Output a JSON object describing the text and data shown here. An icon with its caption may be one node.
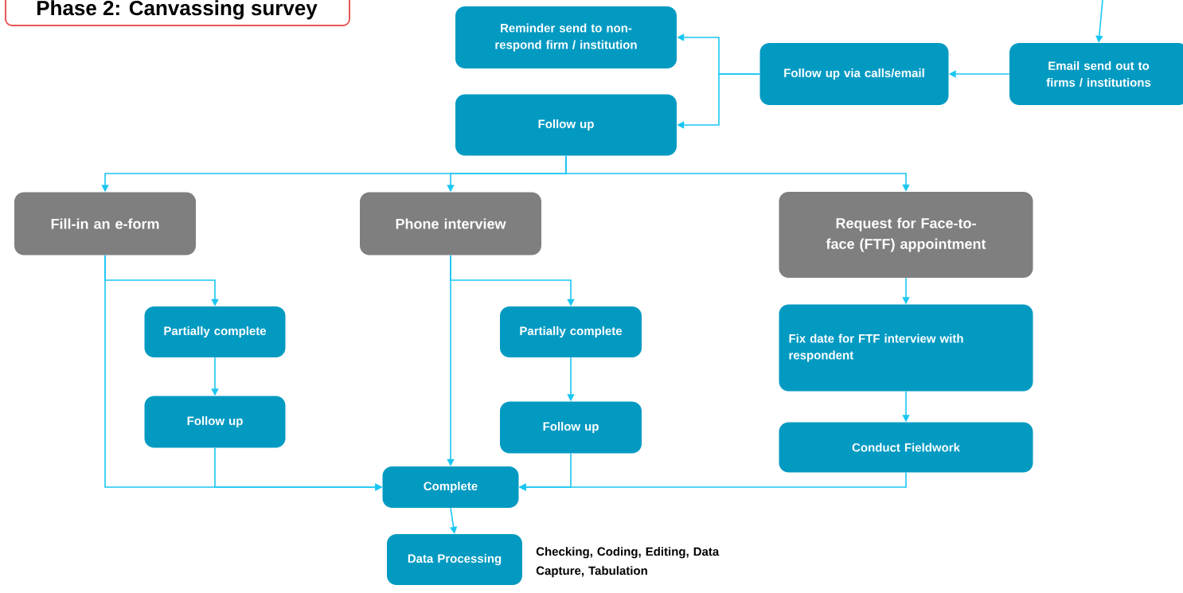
{
  "diagram": {
    "title": "Phase 2: Canvassing survey",
    "nodes": [
      {
        "text": [
          "Reminder send to non-respond firm / institution"
        ]
      },
      {
        "text": [
          "Follow up via calls/email"
        ]
      },
      {
        "text": [
          "Email send out to firms / institutions"
        ]
      },
      {
        "text": [
          "Follow up"
        ]
      },
      {
        "text": [
          "Fill-in an e-form"
        ]
      },
      {
        "text": [
          "Phone interview"
        ]
      },
      {
        "text": [
          "Request for Face-to-face (FTF) appointment"
        ]
      },
      {
        "text": [
          "Partially complete"
        ]
      },
      {
        "text": [
          "Follow up"
        ]
      },
      {
        "text": [
          "Partially complete"
        ]
      },
      {
        "text": [
          "Follow up"
        ]
      },
      {
        "text": [
          "Fix date for FTF interview with respondent"
        ]
      },
      {
        "text": [
          "Conduct Fieldwork"
        ]
      },
      {
        "text": [
          "Complete"
        ]
      },
      {
        "text": [
          "Data Processing"
        ],
        "beside": [
          "Checking, Coding, Editing, Data Capture, Tabulation"
        ]
      }
    ],
    "edges": [
      {
        "from": null,
        "to": 2,
        "arrow": "to"
      },
      {
        "from": 2,
        "to": 1,
        "arrow": "to"
      },
      {
        "from": 1,
        "to": 0,
        "arrow": "to"
      },
      {
        "from": 1,
        "to": 3,
        "arrow": "to"
      },
      {
        "from": 3,
        "to": 4,
        "arrow": "to"
      },
      {
        "from": 3,
        "to": 5,
        "arrow": "to"
      },
      {
        "from": 3,
        "to": 6,
        "arrow": "to"
      },
      {
        "from": 4,
        "to": 7,
        "arrow": "to"
      },
      {
        "from": 4,
        "to": 13,
        "arrow": "to"
      },
      {
        "from": 7,
        "to": 8,
        "arrow": "to"
      },
      {
        "from": 8,
        "to": 13,
        "arrow": "to"
      },
      {
        "from": 5,
        "to": 9,
        "arrow": "to"
      },
      {
        "from": 5,
        "to": 13,
        "arrow": "to"
      },
      {
        "from": 9,
        "to": 10,
        "arrow": "to"
      },
      {
        "from": 10,
        "to": 13,
        "arrow": "to"
      },
      {
        "from": 6,
        "to": 11,
        "arrow": "to"
      },
      {
        "from": 11,
        "to": 12,
        "arrow": "to"
      },
      {
        "from": 12,
        "to": 13,
        "arrow": "to"
      },
      {
        "from": 13,
        "to": 14,
        "arrow": "to"
      }
    ]
  }
}
